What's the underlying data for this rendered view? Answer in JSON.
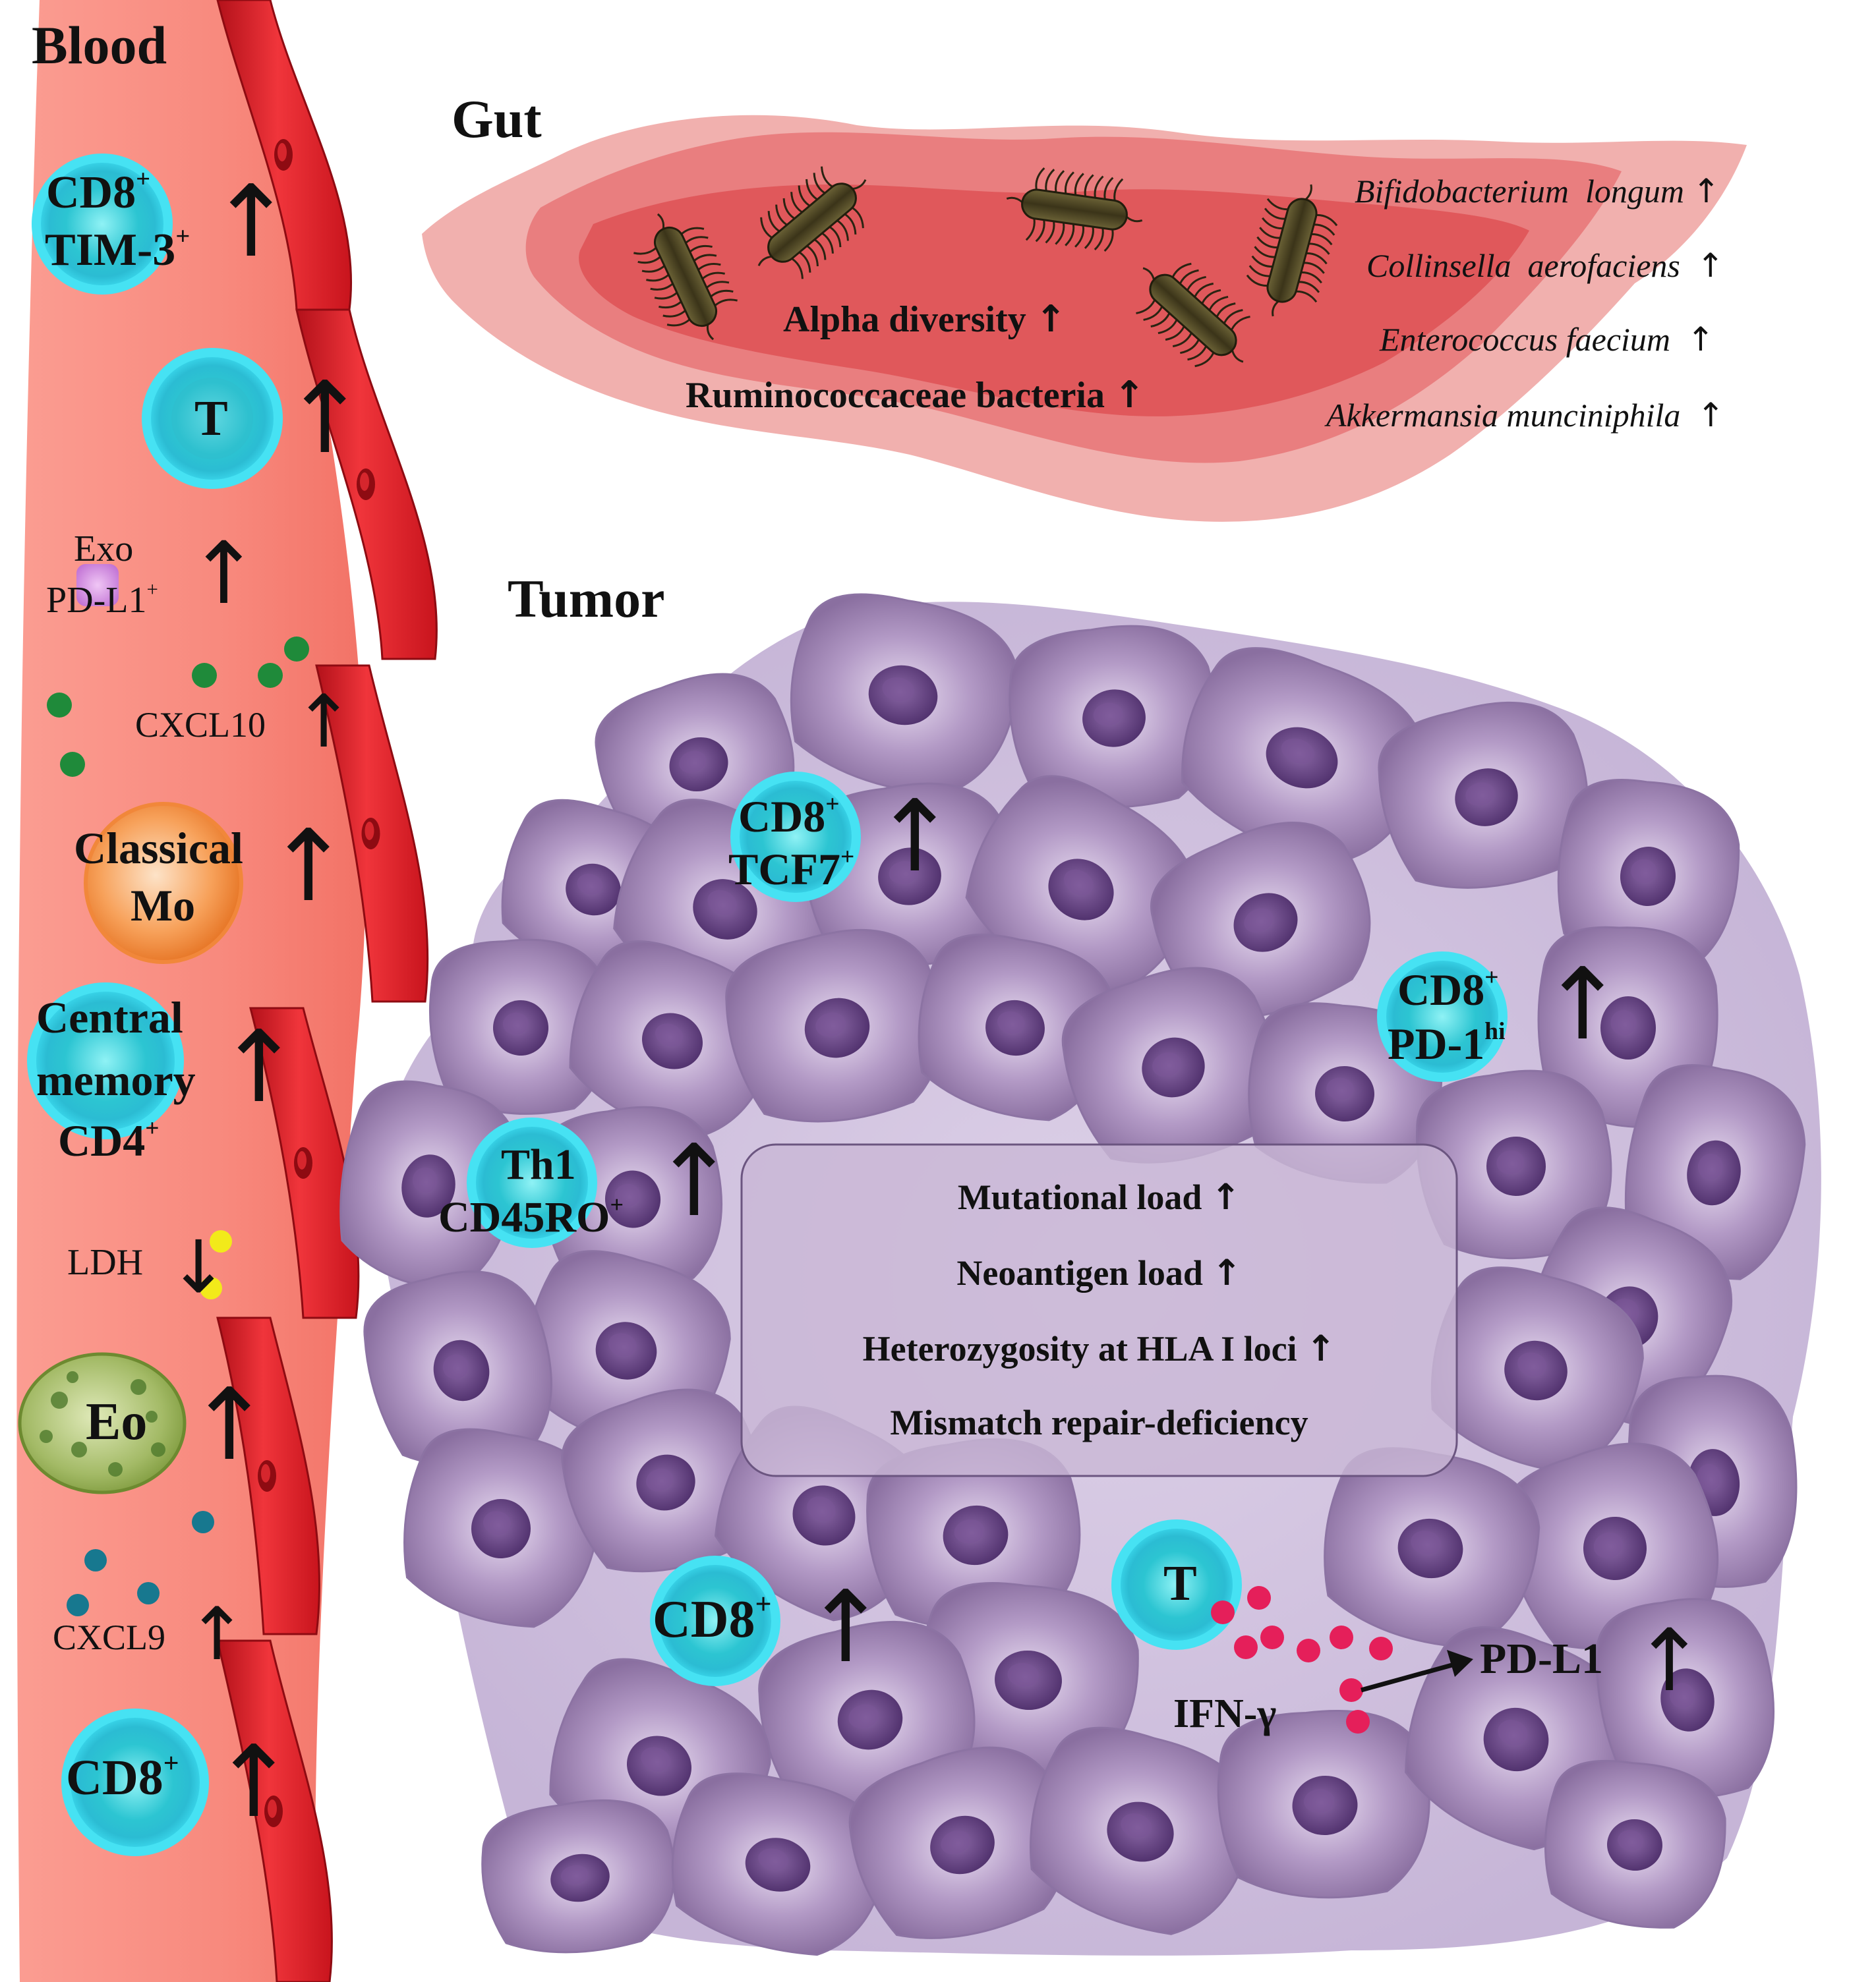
{
  "sections": {
    "blood": "Blood",
    "gut": "Gut",
    "tumor": "Tumor"
  },
  "arrows": {
    "up": "↑",
    "down": "↓"
  },
  "blood": {
    "cd8_tim3": {
      "line1": "CD8",
      "line2": "TIM-3"
    },
    "t_cell": "T",
    "exo": {
      "line1": "Exo",
      "line2": "PD-L1"
    },
    "cxcl10": "CXCL10",
    "classical_mo": {
      "line1": "Classical",
      "line2": "Mo"
    },
    "central_memory": {
      "line1": "Central",
      "line2": "memory",
      "line3": "CD4"
    },
    "ldh": "LDH",
    "eo": "Eo",
    "cxcl9": "CXCL9",
    "cd8": "CD8"
  },
  "gut": {
    "alpha_diversity": "Alpha diversity",
    "ruminococcaceae": "Ruminococcaceae bacteria",
    "species": [
      {
        "genus": "Bifidobacterium",
        "epithet": "longum"
      },
      {
        "genus": "Collinsella",
        "epithet": "aerofaciens"
      },
      {
        "genus": "Enterococcus",
        "epithet": "faecium"
      },
      {
        "genus": "Akkermansia",
        "epithet": "munciniphila"
      }
    ]
  },
  "tumor": {
    "cd8_tcf7": {
      "line1": "CD8",
      "line2": "TCF7"
    },
    "cd8_pd1": {
      "line1": "CD8",
      "line2": "PD-1",
      "sup2": "hi"
    },
    "th1": {
      "line1": "Th1",
      "line2": "CD45RO"
    },
    "cd8": "CD8",
    "t_cell": "T",
    "ifn": "IFN-γ",
    "pdl1": "PD-L1",
    "box": [
      "Mutational load",
      "Neoantigen load",
      "Heterozygosity at HLA I loci",
      "Mismatch repair-deficiency"
    ]
  },
  "plus": "+",
  "colors": {
    "blood_bg": "#f7857a",
    "rbc": "#e8202a",
    "tcell": "#35d7ea",
    "tumor_cell": "#a58bb8",
    "nucleus": "#5e3c7b",
    "gut": "#e2585a",
    "bacteria": "#4a4128"
  }
}
